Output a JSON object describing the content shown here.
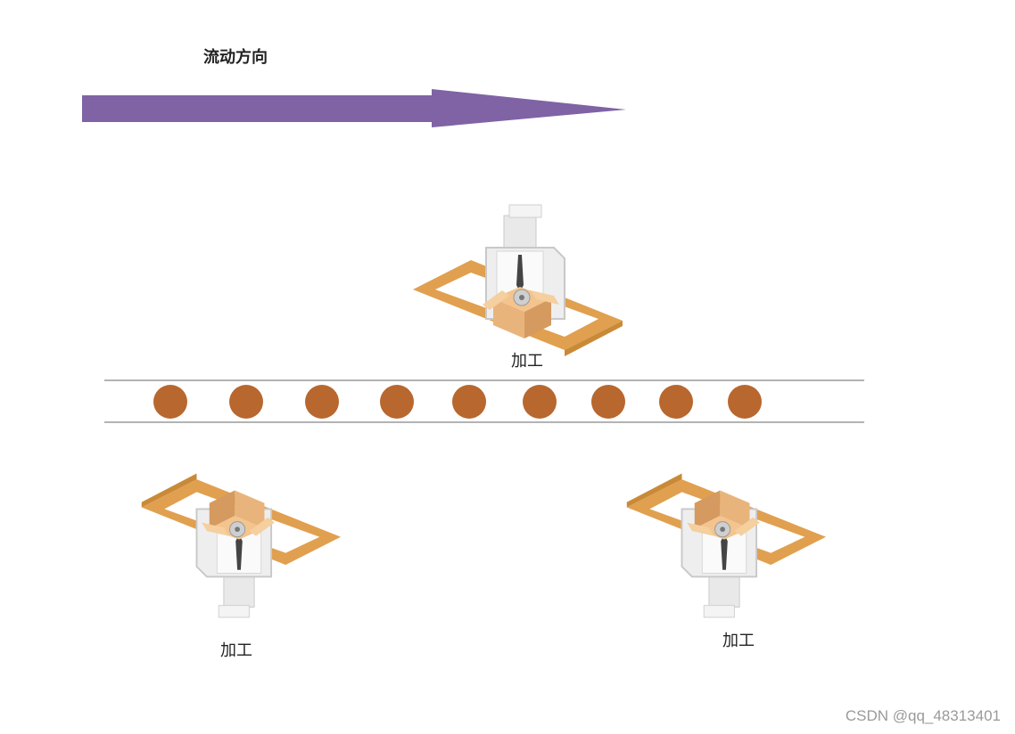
{
  "flow_label": "流动方向",
  "stations": [
    {
      "label": "加工"
    },
    {
      "label": "加工"
    },
    {
      "label": "加工"
    }
  ],
  "conveyor_item_count": 9,
  "colors": {
    "arrow": "#7f63a5",
    "item": "#b8672e",
    "tray_dark": "#d9953f",
    "tray_light": "#f0c079",
    "box": "#eab17a",
    "person": "#e6e6e6",
    "rail": "#9a9a9a"
  },
  "watermark": "CSDN @qq_48313401"
}
